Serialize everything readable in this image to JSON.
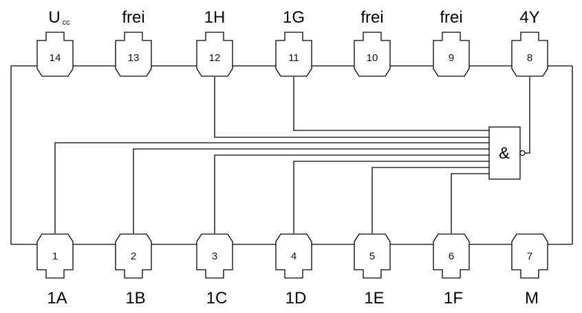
{
  "top_pins": [
    {
      "number": "14",
      "name": "U",
      "sub": "cc"
    },
    {
      "number": "13",
      "name": "frei"
    },
    {
      "number": "12",
      "name": "1H"
    },
    {
      "number": "11",
      "name": "1G"
    },
    {
      "number": "10",
      "name": "frei"
    },
    {
      "number": "9",
      "name": "frei"
    },
    {
      "number": "8",
      "name": "4Y"
    }
  ],
  "bottom_pins": [
    {
      "number": "1",
      "name": "1A"
    },
    {
      "number": "2",
      "name": "1B"
    },
    {
      "number": "3",
      "name": "1C"
    },
    {
      "number": "4",
      "name": "1D"
    },
    {
      "number": "5",
      "name": "1E"
    },
    {
      "number": "6",
      "name": "1F"
    },
    {
      "number": "7",
      "name": "M"
    }
  ],
  "gate": {
    "symbol": "&",
    "type": "NAND",
    "inputs": 8
  }
}
